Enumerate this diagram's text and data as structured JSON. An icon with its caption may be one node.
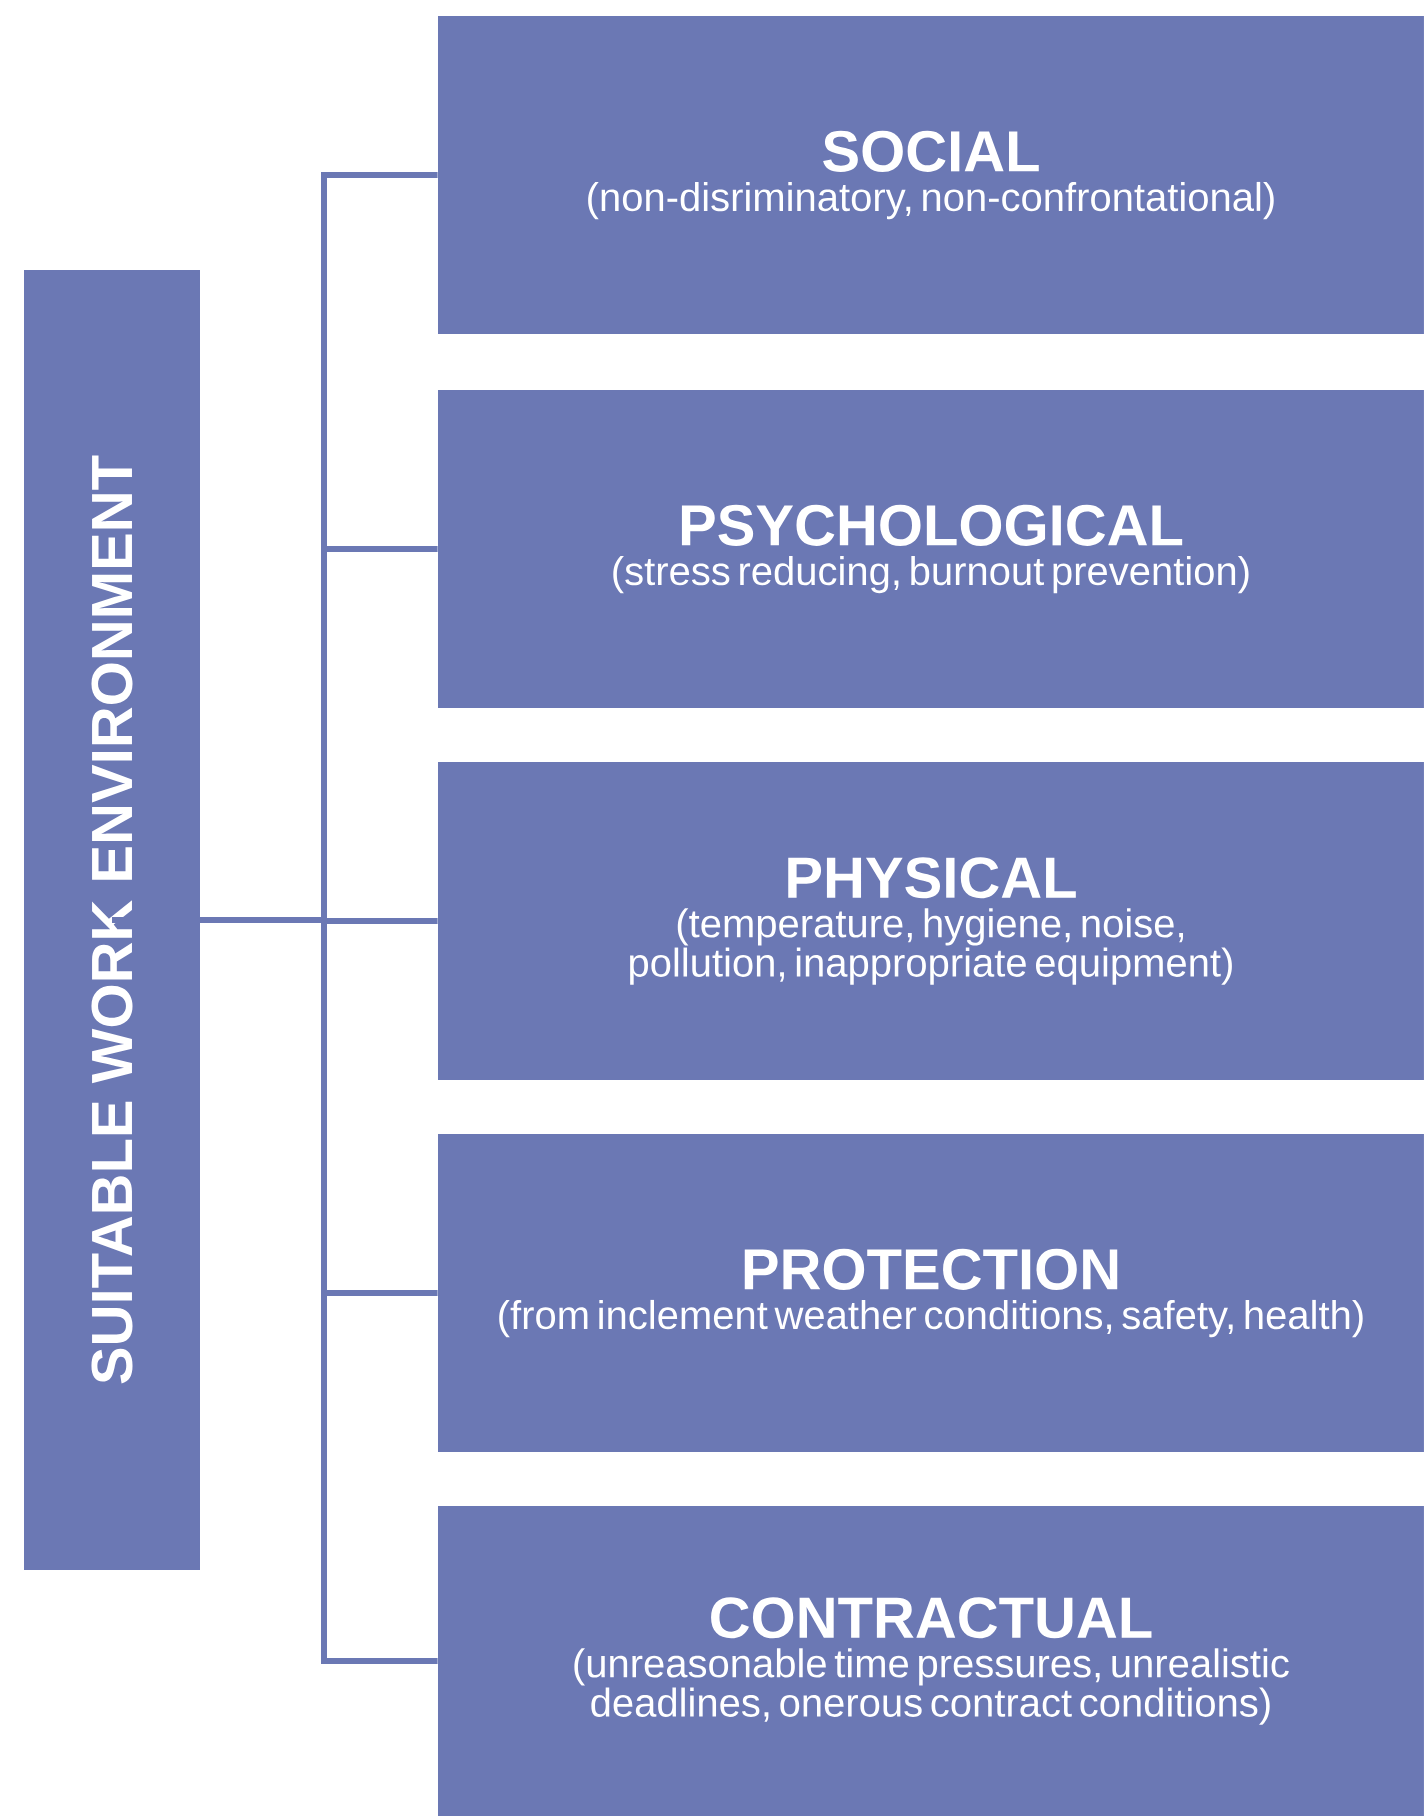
{
  "diagram": {
    "nodes": [
      {
        "text": [
          "SUITABLE WORK ENVIRONMENT"
        ]
      },
      {
        "text": [
          "SOCIAL",
          "(non-disriminatory, non-confrontational)"
        ]
      },
      {
        "text": [
          "PSYCHOLOGICAL",
          "(stress reducing, burnout prevention)"
        ]
      },
      {
        "text": [
          "PHYSICAL",
          "(temperature, hygiene, noise, pollution, inappropriate equipment)"
        ]
      },
      {
        "text": [
          "PROTECTION",
          "(from inclement weather conditions, safety, health)"
        ]
      },
      {
        "text": [
          "CONTRACTUAL",
          "(unreasonable time pressures, unrealistic deadlines, onerous contract conditions)"
        ]
      }
    ],
    "edges": [
      {
        "from": 0,
        "to": 1,
        "arrow": "none"
      },
      {
        "from": 0,
        "to": 2,
        "arrow": "none"
      },
      {
        "from": 0,
        "to": 3,
        "arrow": "none"
      },
      {
        "from": 0,
        "to": 4,
        "arrow": "none"
      },
      {
        "from": 0,
        "to": 5,
        "arrow": "none"
      }
    ]
  }
}
